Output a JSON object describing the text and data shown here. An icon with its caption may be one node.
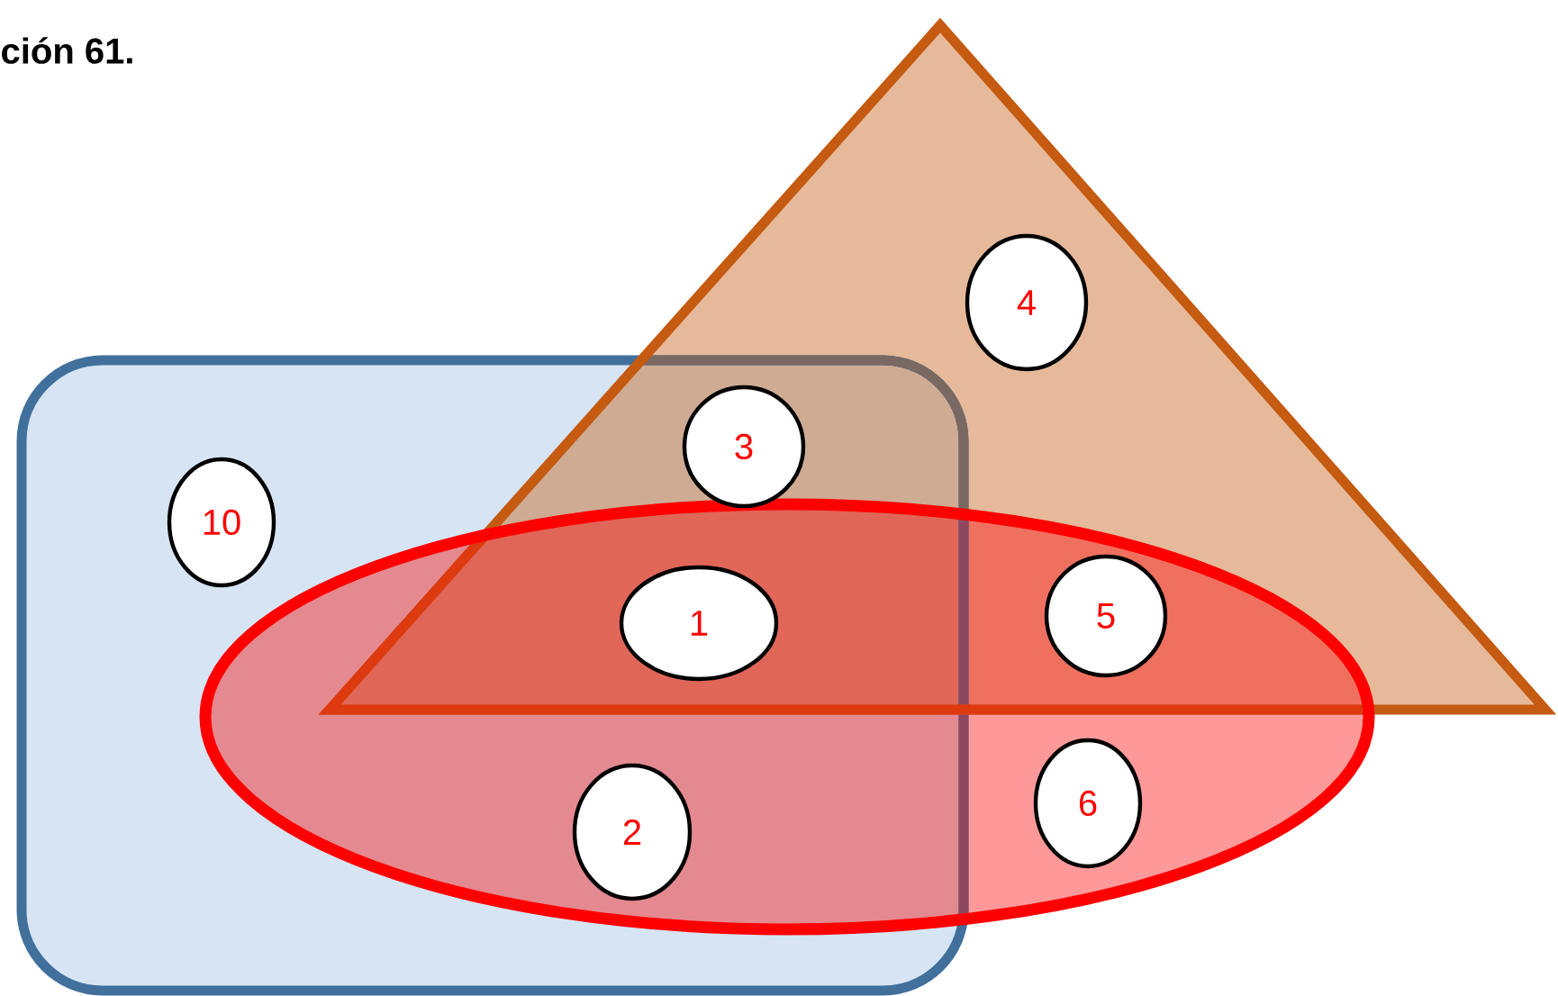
{
  "diagram": {
    "title": "ción 61.",
    "nodes": [
      {
        "text": [
          "4"
        ]
      },
      {
        "text": [
          "3"
        ]
      },
      {
        "text": [
          "10"
        ]
      },
      {
        "text": [
          "1"
        ]
      },
      {
        "text": [
          "5"
        ]
      },
      {
        "text": [
          "6"
        ]
      },
      {
        "text": [
          "2"
        ]
      }
    ]
  }
}
